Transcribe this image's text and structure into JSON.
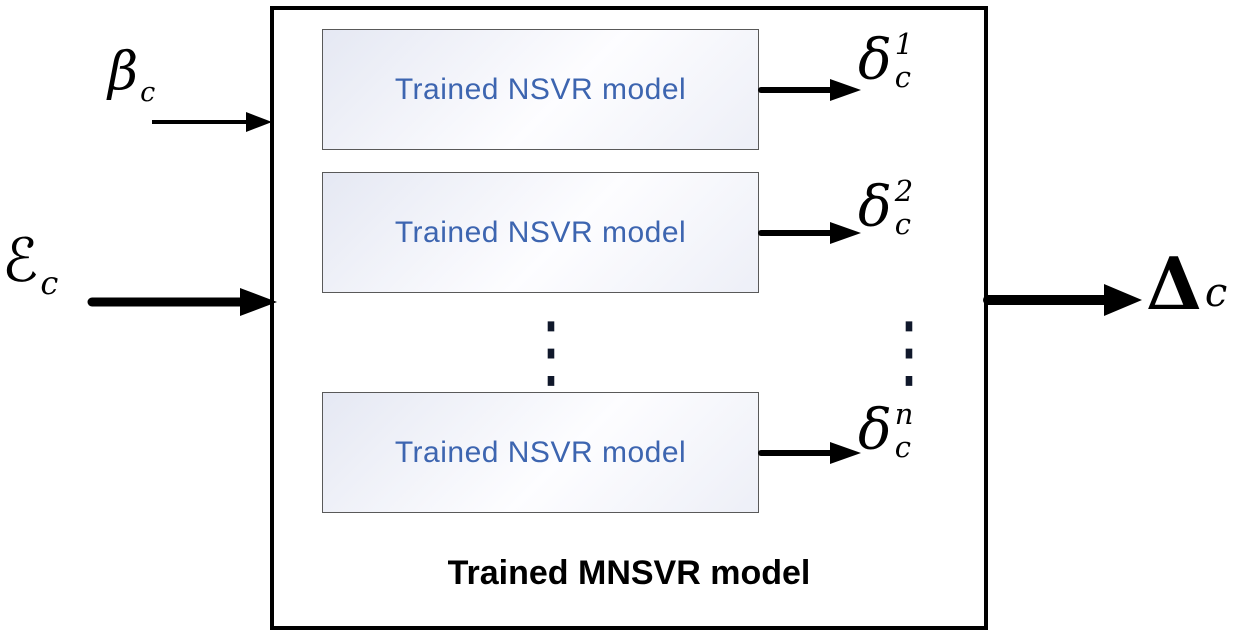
{
  "diagram": {
    "outer_box_title": "Trained MNSVR model",
    "inner_box_label": "Trained NSVR model",
    "inputs": {
      "beta": {
        "symbol": "β",
        "subscript": "c"
      },
      "epsilon": {
        "symbol": "ℰ",
        "subscript": "c"
      }
    },
    "outputs": {
      "d1": {
        "symbol": "δ",
        "superscript": "1",
        "subscript": "c"
      },
      "d2": {
        "symbol": "δ",
        "superscript": "2",
        "subscript": "c"
      },
      "dn": {
        "symbol": "δ",
        "superscript": "n",
        "subscript": "c"
      }
    },
    "final_output": {
      "symbol": "Δ",
      "subscript": "c"
    },
    "ellipsis": "⋮",
    "colors": {
      "inner_label_blue": "#3d65b0",
      "line_black": "#000000",
      "inner_border_gray": "#595959"
    }
  }
}
